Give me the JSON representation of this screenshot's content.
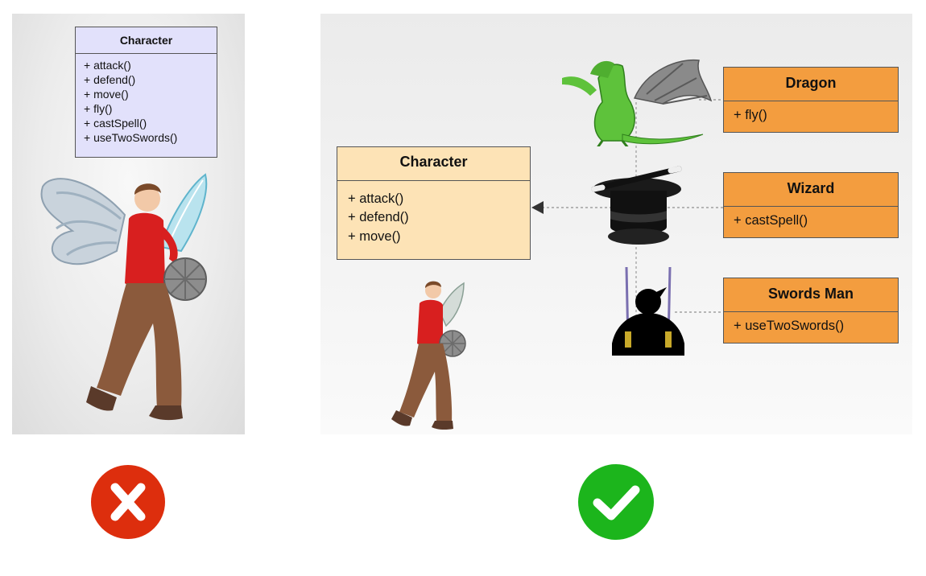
{
  "left_panel": {
    "class_box": {
      "name": "Character",
      "methods": [
        "+ attack()",
        "+ defend()",
        "+ move()",
        "+ fly()",
        "+ castSpell()",
        "+ useTwoSwords()"
      ]
    }
  },
  "right_panel": {
    "base_class": {
      "name": "Character",
      "methods": [
        "+ attack()",
        "+ defend()",
        "+ move()"
      ]
    },
    "subclasses": [
      {
        "name": "Dragon",
        "methods": [
          "+ fly()"
        ]
      },
      {
        "name": "Wizard",
        "methods": [
          "+ castSpell()"
        ]
      },
      {
        "name": "Swords Man",
        "methods": [
          "+ useTwoSwords()"
        ]
      }
    ]
  },
  "verdicts": {
    "wrong_color": "#dd2e0d",
    "right_color": "#1cb51c"
  },
  "colors": {
    "left_class_fill": "#e2e1fb",
    "base_class_fill": "#fde3b6",
    "subclass_fill": "#f39d3f"
  },
  "icons": [
    "winged-hero-illustration",
    "hero-illustration",
    "dragon-icon",
    "top-hat-wand-icon",
    "ninja-swords-icon",
    "x-icon",
    "check-icon"
  ]
}
